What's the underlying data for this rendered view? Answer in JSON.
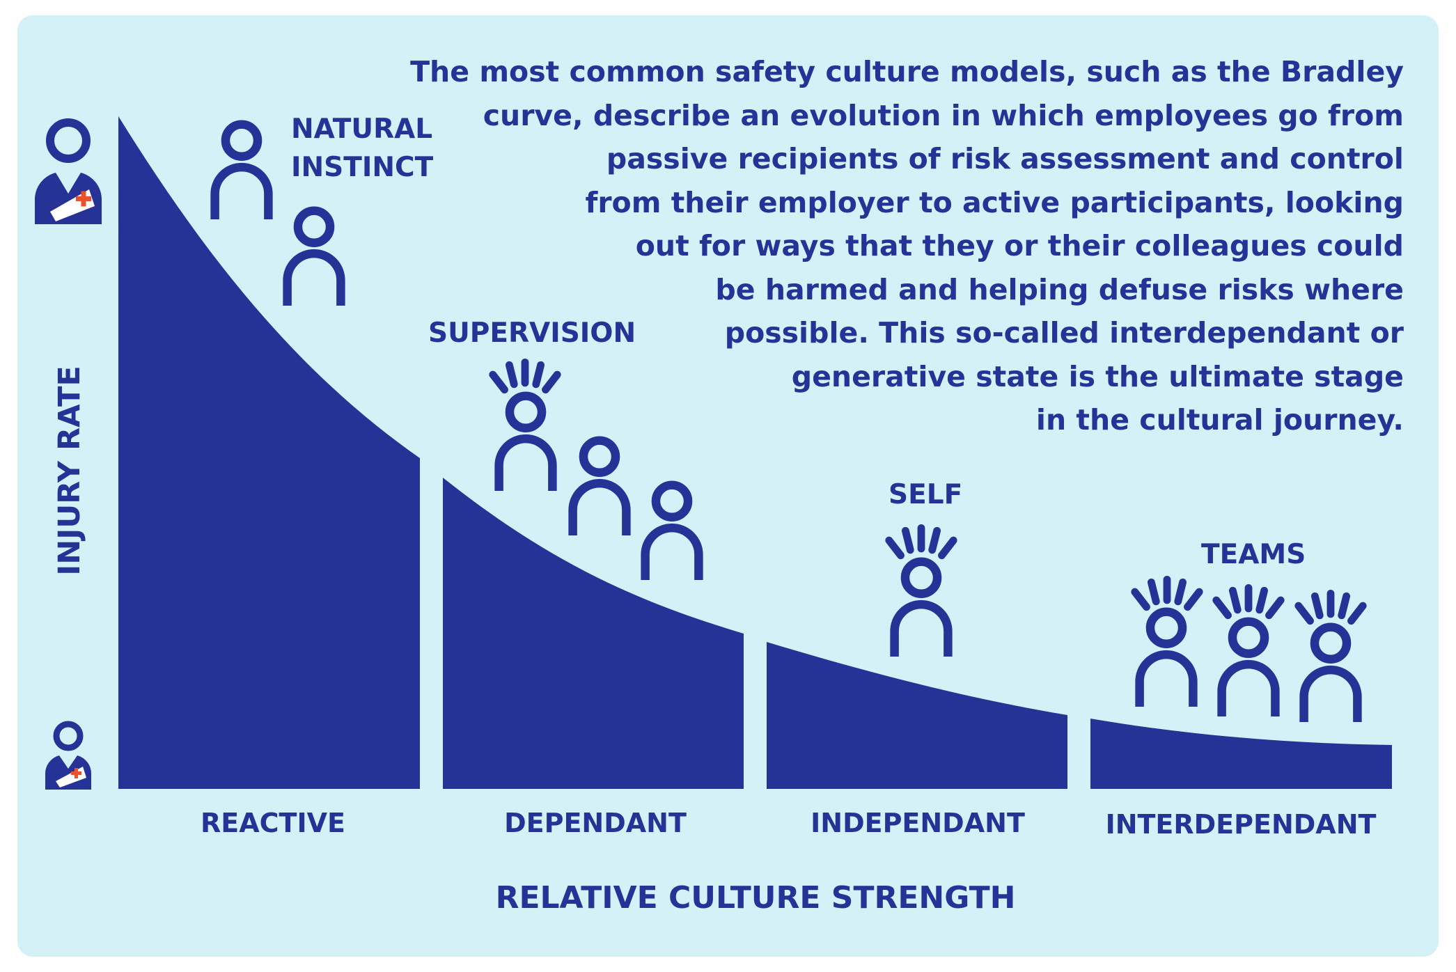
{
  "colors": {
    "background": "#d3f1f7",
    "primary": "#263296",
    "accent": "#e8532e"
  },
  "description_lines": [
    "The most common safety culture models, such as the Bradley",
    "curve, describe an evolution in which employees go from",
    "passive recipients of risk assessment and control",
    "from their employer to active participants, looking",
    "out for ways that they or their colleagues could",
    "be harmed and helping defuse risks where",
    "possible. This so-called interdependant or",
    "generative state is the ultimate stage",
    "in the cultural journey."
  ],
  "axes": {
    "y_label": "INJURY RATE",
    "x_label": "RELATIVE CULTURE STRENGTH"
  },
  "stages": [
    {
      "category": "REACTIVE",
      "label_lines": [
        "NATURAL",
        "INSTINCT"
      ],
      "people": 2,
      "style": "plain"
    },
    {
      "category": "DEPENDANT",
      "label_lines": [
        "SUPERVISION"
      ],
      "people": 3,
      "style": "leader"
    },
    {
      "category": "INDEPENDANT",
      "label_lines": [
        "SELF"
      ],
      "people": 1,
      "style": "rays"
    },
    {
      "category": "INTERDEPENDANT",
      "label_lines": [
        "TEAMS"
      ],
      "people": 3,
      "style": "rays"
    }
  ],
  "icons": {
    "high": "injured-person-icon-high",
    "low": "injured-person-icon-low",
    "person": "person-icon",
    "aware_person": "aware-person-icon"
  }
}
